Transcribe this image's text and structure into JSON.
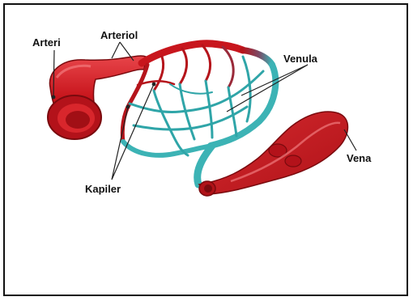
{
  "diagram": {
    "labels": {
      "arteri": "Arteri",
      "arteriol": "Arteriol",
      "venula": "Venula",
      "kapiler": "Kapiler",
      "vena": "Vena"
    },
    "colors": {
      "artery": "#c8161d",
      "artery_light": "#e8454a",
      "artery_dark": "#8e0d12",
      "vein_teal": "#3cb3b5",
      "vein_teal_dark": "#24898c",
      "capillary_mid": "#6a5a7a",
      "leader": "#222222",
      "border": "#111111"
    }
  }
}
